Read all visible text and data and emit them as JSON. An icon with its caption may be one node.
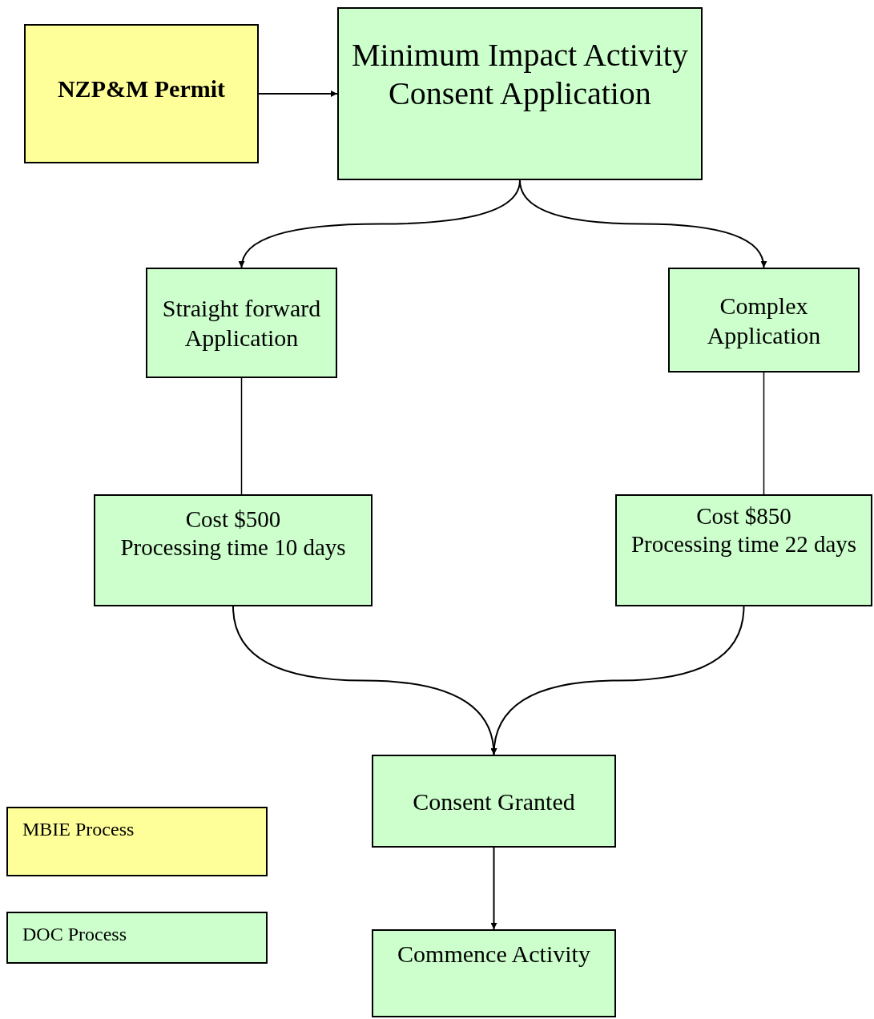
{
  "diagram": {
    "nodes": [
      {
        "text": [
          "NZP&M Permit"
        ]
      },
      {
        "text": [
          "Minimum Impact Activity Consent Application"
        ]
      },
      {
        "text": [
          "Straight forward Application"
        ]
      },
      {
        "text": [
          "Complex Application"
        ]
      },
      {
        "text": [
          "Cost $500",
          "Processing time 10 days"
        ]
      },
      {
        "text": [
          "Cost $850",
          "Processing time 22 days"
        ]
      },
      {
        "text": [
          "Consent Granted"
        ]
      },
      {
        "text": [
          "Commence Activity"
        ]
      }
    ],
    "edges": [
      {
        "from": 0,
        "to": 1,
        "arrow": "to"
      },
      {
        "from": 1,
        "to": 2,
        "arrow": "to"
      },
      {
        "from": 1,
        "to": 3,
        "arrow": "to"
      },
      {
        "from": 2,
        "to": 4,
        "arrow": "none"
      },
      {
        "from": 3,
        "to": 5,
        "arrow": "none"
      },
      {
        "from": 4,
        "to": 6,
        "arrow": "to"
      },
      {
        "from": 5,
        "to": 6,
        "arrow": "to"
      },
      {
        "from": 6,
        "to": 7,
        "arrow": "to"
      }
    ],
    "legend": [
      {
        "text": "MBIE Process",
        "color": "#ffff99"
      },
      {
        "text": "DOC Process",
        "color": "#ccffcc"
      }
    ]
  }
}
